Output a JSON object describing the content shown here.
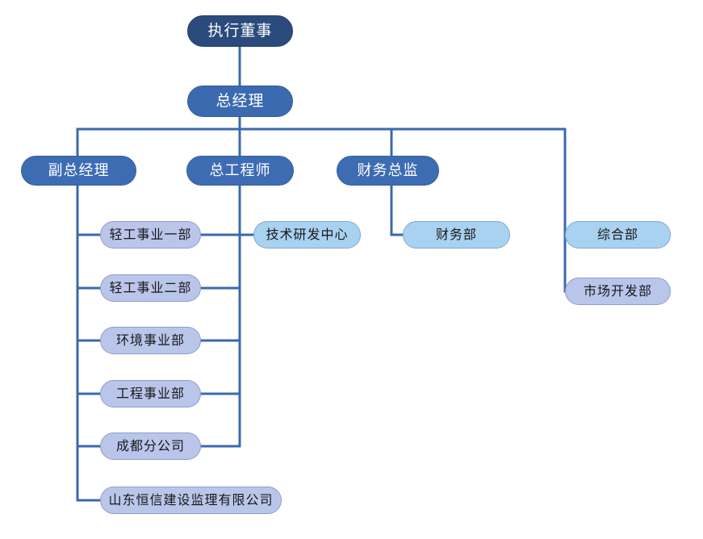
{
  "chart": {
    "kind": "organization-chart",
    "title": "",
    "background_color": "#ffffff",
    "connector_color": "#3a69ae",
    "levels": {
      "executive_color": "#2b4b7d",
      "general_manager_color": "#3b6ab0",
      "officer_color": "#3d6cb3",
      "department_sky_color": "#a9d1f0",
      "department_periwinkle_color": "#bac6e9"
    }
  },
  "nodes": {
    "executive_director": "执行董事",
    "general_manager": "总经理",
    "deputy_general_manager": "副总经理",
    "chief_engineer": "总工程师",
    "finance_director": "财务总监",
    "light_industry_div_1": "轻工事业一部",
    "light_industry_div_2": "轻工事业二部",
    "environment_div": "环境事业部",
    "engineering_div": "工程事业部",
    "chengdu_branch": "成都分公司",
    "supervision_company": "山东恒信建设监理有限公司",
    "rnd_center": "技术研发中心",
    "finance_dept": "财务部",
    "general_affairs_dept": "综合部",
    "market_development_dept": "市场开发部"
  }
}
